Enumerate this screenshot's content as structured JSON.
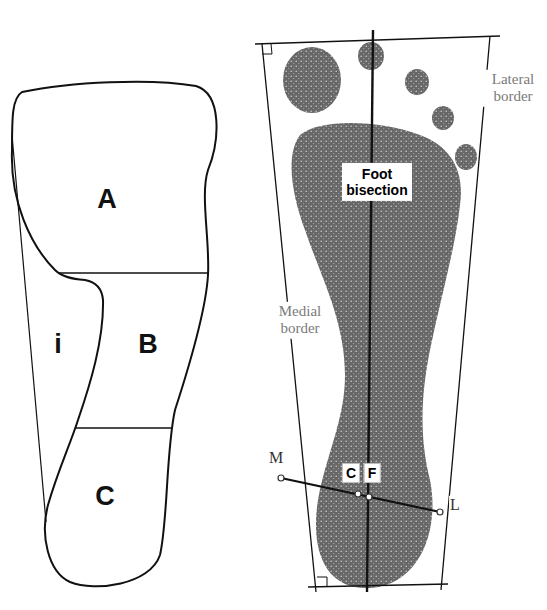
{
  "diagram": {
    "labels": [
      "A",
      "i",
      "B",
      "C",
      "Lateral border",
      "Foot bisection",
      "Medial border",
      "M",
      "C",
      "F",
      "L"
    ]
  }
}
